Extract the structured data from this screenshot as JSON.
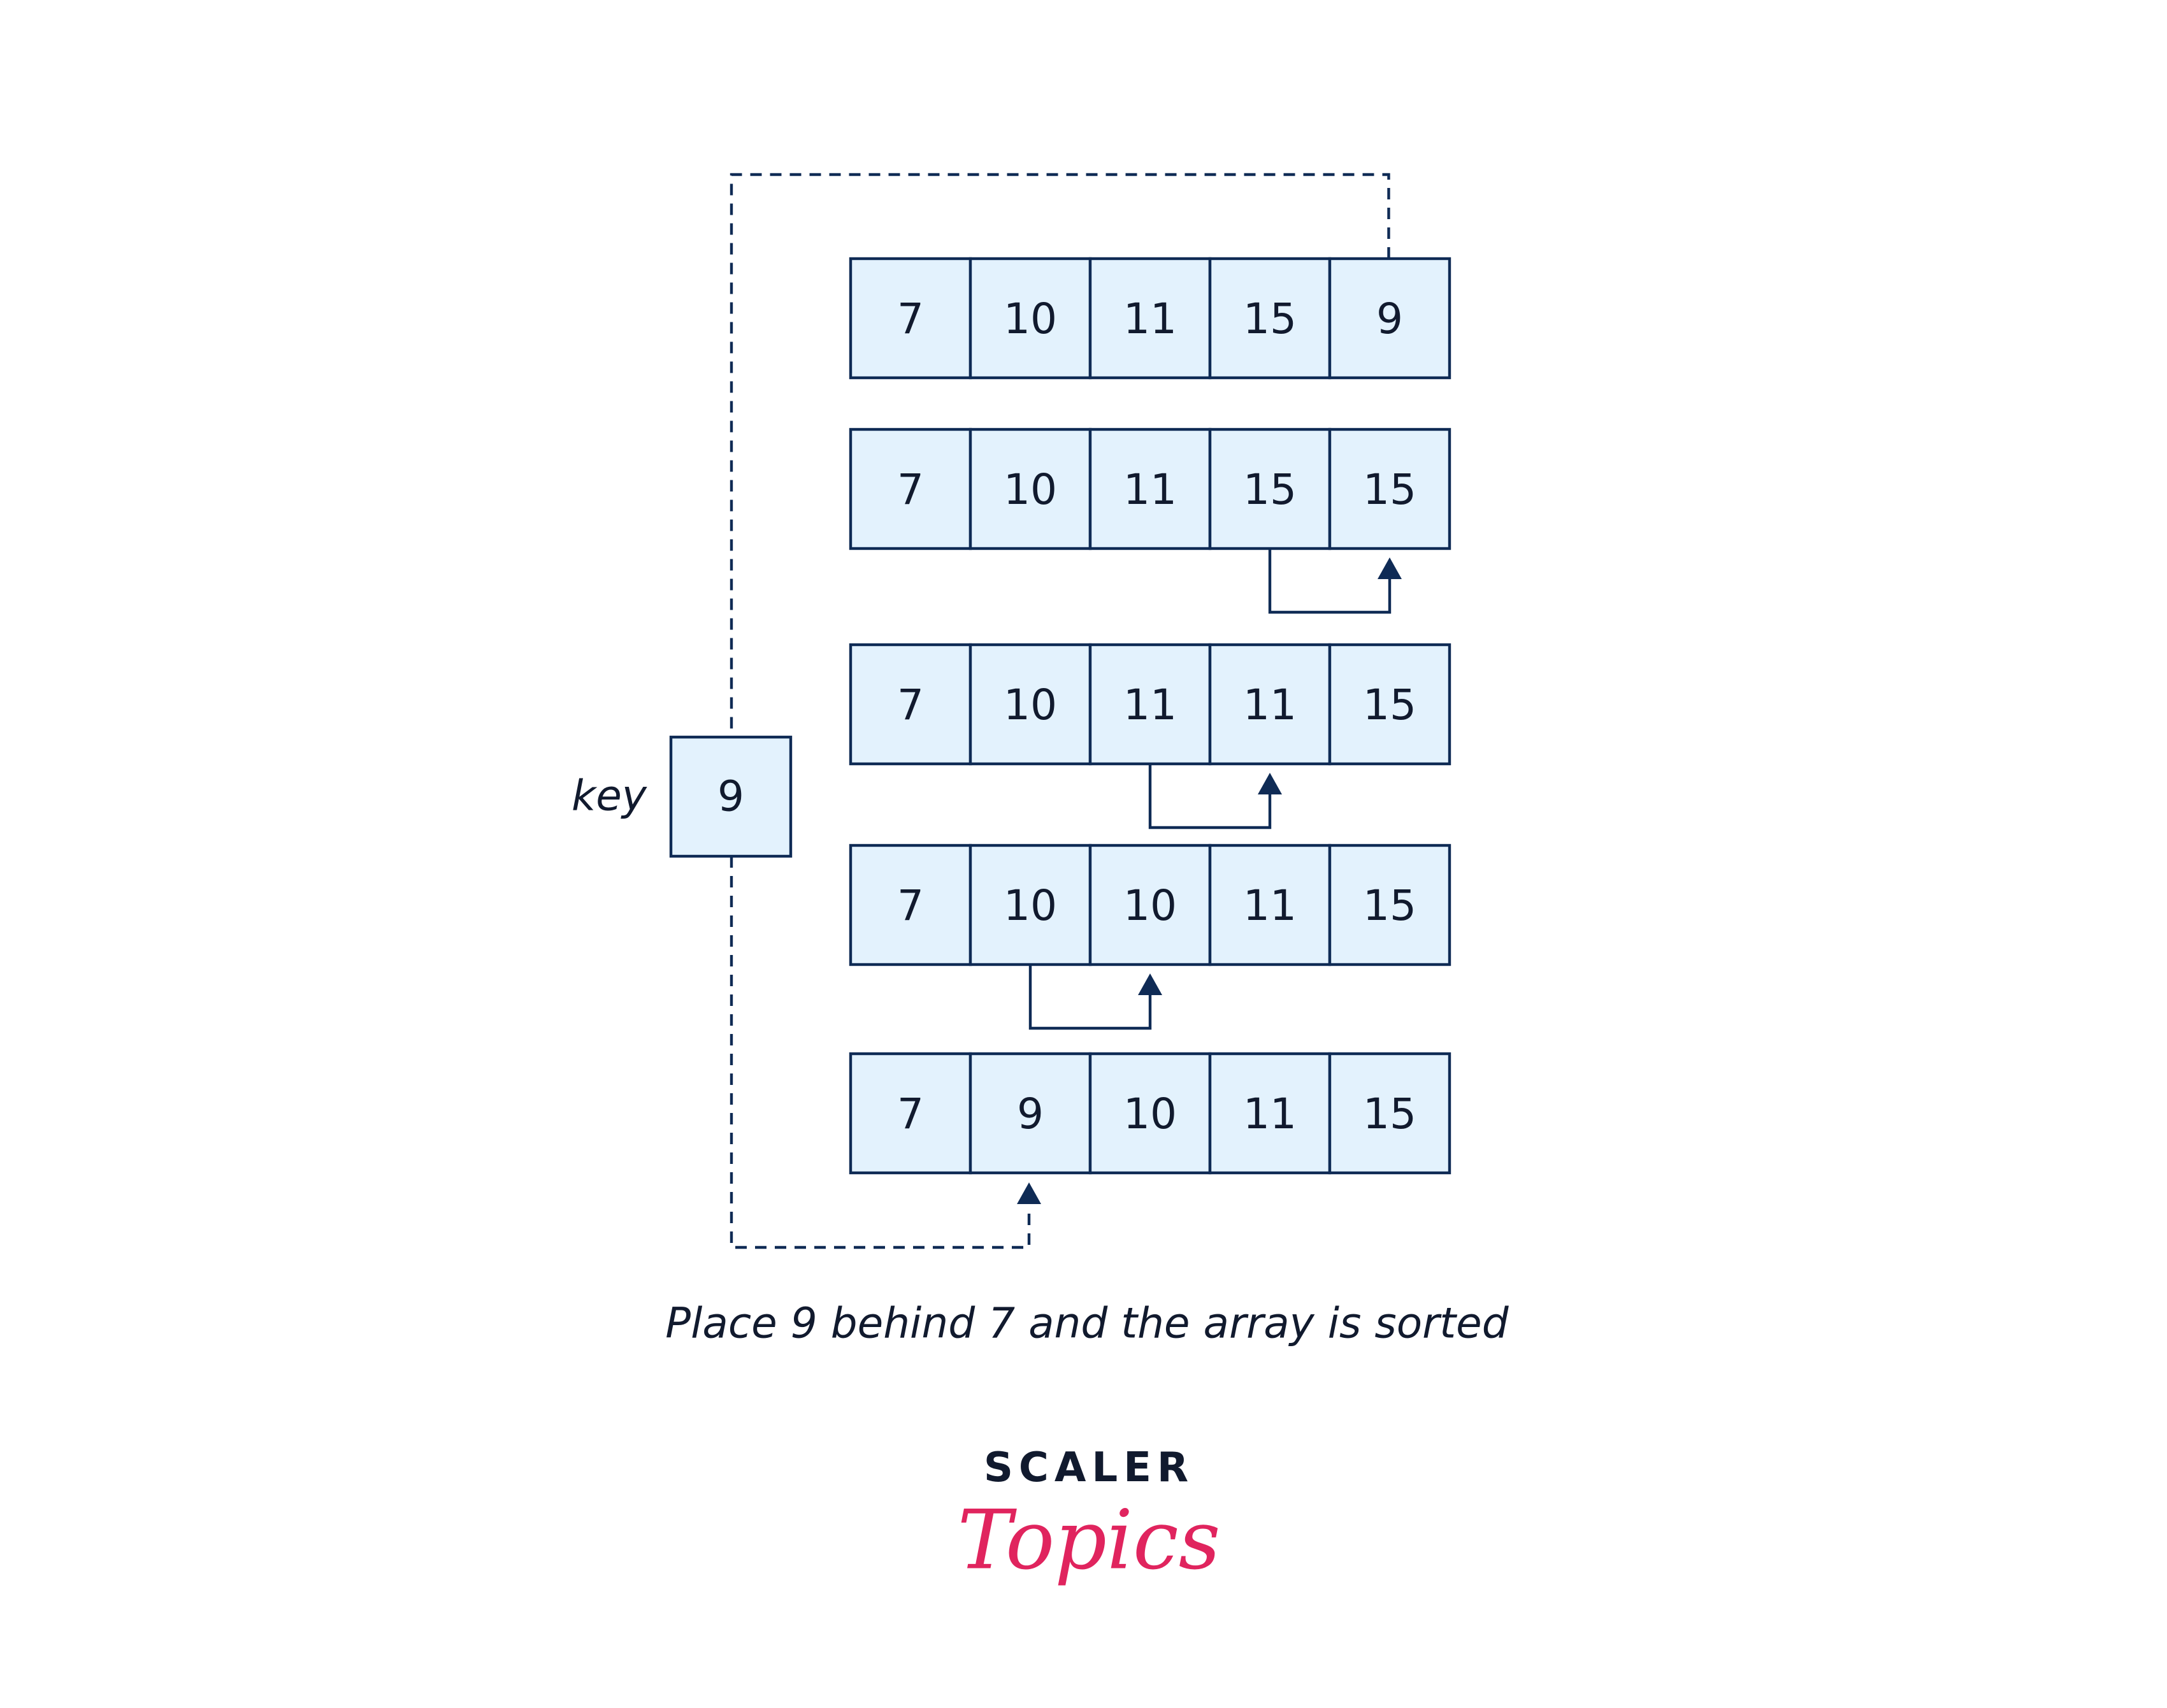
{
  "diagram": {
    "rows": [
      [
        "7",
        "10",
        "11",
        "15",
        "9"
      ],
      [
        "7",
        "10",
        "11",
        "15",
        "15"
      ],
      [
        "7",
        "10",
        "11",
        "11",
        "15"
      ],
      [
        "7",
        "10",
        "10",
        "11",
        "15"
      ],
      [
        "7",
        "9",
        "10",
        "11",
        "15"
      ]
    ],
    "key": {
      "label": "key",
      "value": "9"
    },
    "shifts": [
      {
        "after_row": 1,
        "from_col": 3,
        "to_col": 4
      },
      {
        "after_row": 2,
        "from_col": 2,
        "to_col": 3
      },
      {
        "after_row": 3,
        "from_col": 1,
        "to_col": 2
      }
    ],
    "insert_target": {
      "row": 4,
      "col": 1
    },
    "caption": "Place 9 behind 7 and the array is sorted"
  },
  "logo": {
    "top": "SCALER",
    "bottom": "Topics",
    "color_dark": "#111a2e",
    "color_accent": "#e0245e"
  },
  "colors": {
    "cell_fill": "#e3f2fd",
    "stroke": "#0f2b55",
    "text": "#111a2e"
  }
}
